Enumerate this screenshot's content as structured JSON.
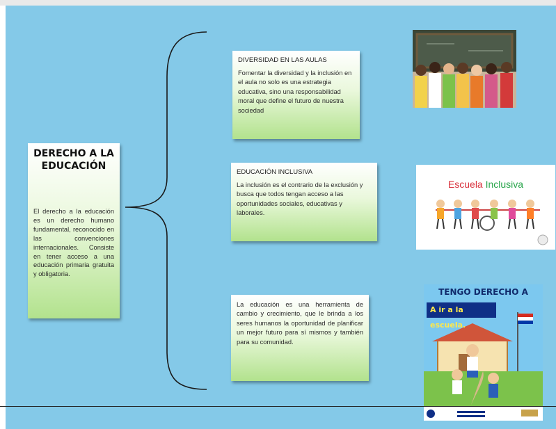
{
  "main": {
    "title_line1": "DERECHO A LA",
    "title_line2": "EDUCACIÓN",
    "body": "El derecho a la educación es un derecho humano fundamental, reconocido en las convenciones internacionales. Consiste en tener acceso a una educación primaria gratuita y obligatoria."
  },
  "cards": [
    {
      "title": "DIVERSIDAD EN LAS AULAS",
      "body": "Fomentar la diversidad y la inclusión en el aula no solo es una estrategia educativa, sino una responsabilidad moral que define el futuro de nuestra sociedad"
    },
    {
      "title": "EDUCACIÓN INCLUSIVA",
      "body": "La inclusión es el contrario de la exclusión y busca que todos tengan acceso a las oportunidades sociales, educativas y laborales."
    },
    {
      "body": "La educación es una herramienta de cambio y crecimiento, que le brinda a los seres humanos la oportunidad de planificar un mejor futuro para sí mismos y también para su comunidad."
    }
  ],
  "images": {
    "escuela_word1": "Escuela",
    "escuela_word2": "Inclusiva",
    "poster_title": "TENGO DERECHO A",
    "poster_banner": "A ir a la escuela."
  },
  "colors": {
    "background": "#84c9e8",
    "card_gradient_bottom": "#b2e28d",
    "brace": "#1a1a1a"
  }
}
